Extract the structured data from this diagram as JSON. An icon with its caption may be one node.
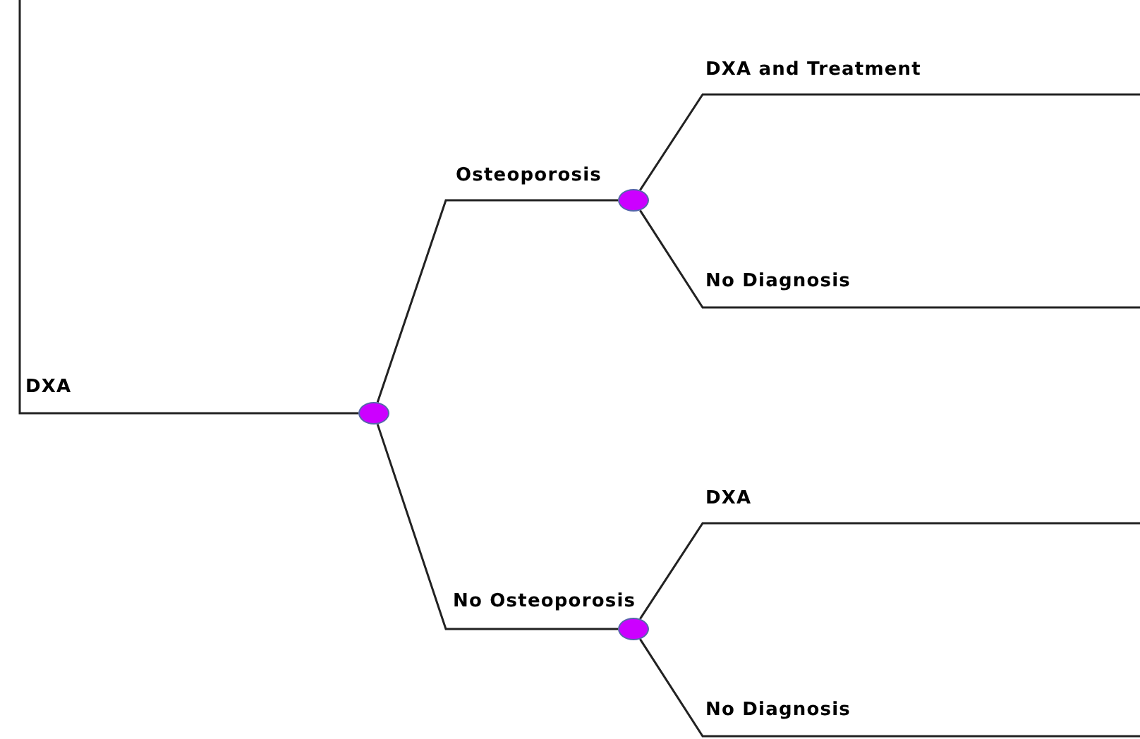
{
  "diagram": {
    "nodes": [
      {
        "text": [],
        "shape": "circle"
      },
      {
        "text": [],
        "shape": "circle"
      },
      {
        "text": [],
        "shape": "circle"
      }
    ],
    "edges": [
      {
        "from": null,
        "to": 0,
        "arrow": "none",
        "label": "DXA"
      },
      {
        "from": 0,
        "to": 1,
        "arrow": "none",
        "label": "Osteoporosis"
      },
      {
        "from": 1,
        "to": null,
        "arrow": "none",
        "label": "DXA and Treatment"
      },
      {
        "from": 1,
        "to": null,
        "arrow": "none",
        "label": "No Diagnosis"
      },
      {
        "from": 0,
        "to": 2,
        "arrow": "none",
        "label": "No Osteoporosis"
      },
      {
        "from": 2,
        "to": null,
        "arrow": "none",
        "label": "DXA"
      },
      {
        "from": 2,
        "to": null,
        "arrow": "none",
        "label": "No Diagnosis"
      }
    ]
  }
}
